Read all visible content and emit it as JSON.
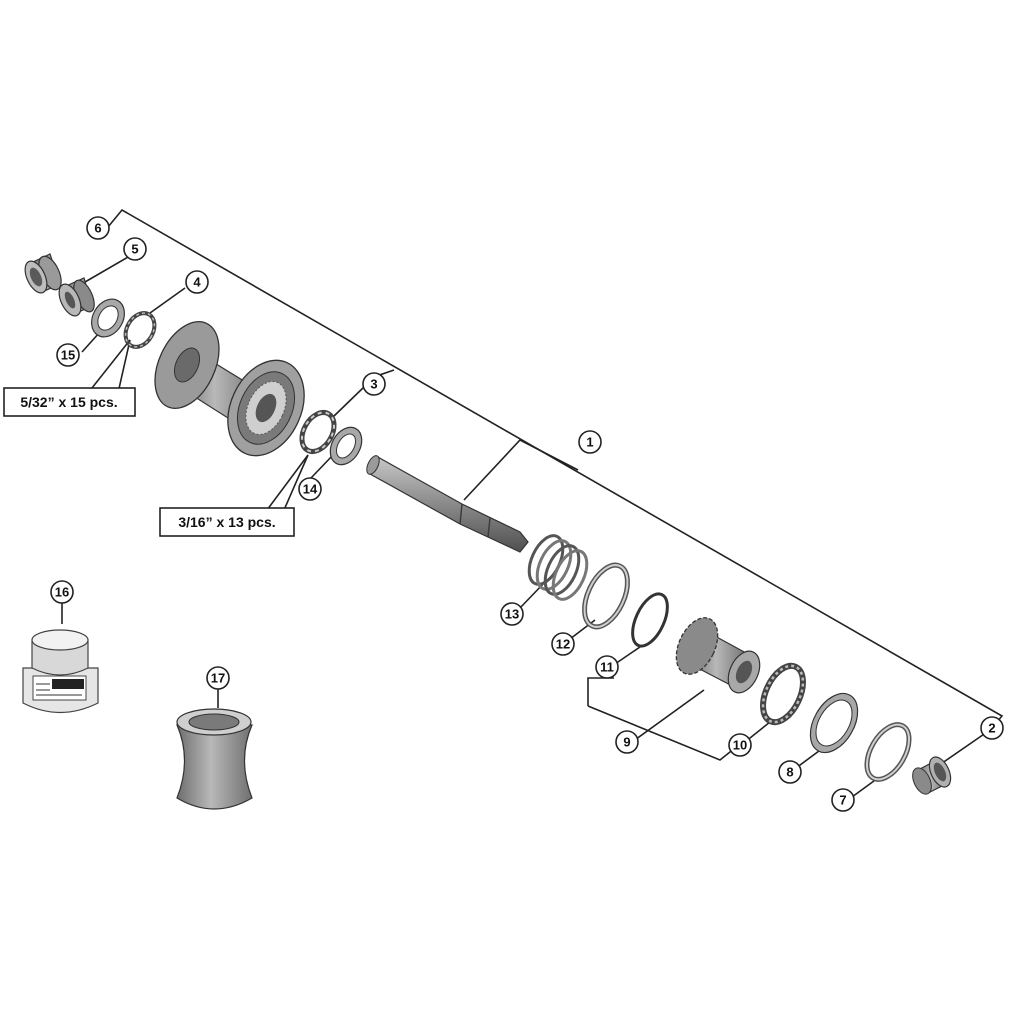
{
  "callouts": {
    "c1": "1",
    "c2": "2",
    "c3": "3",
    "c4": "4",
    "c5": "5",
    "c6": "6",
    "c7": "7",
    "c8": "8",
    "c9": "9",
    "c10": "10",
    "c11": "11",
    "c12": "12",
    "c13": "13",
    "c14": "14",
    "c15": "15",
    "c16": "16",
    "c17": "17"
  },
  "quantities": {
    "left_bearings": "5/32” x 15 pcs.",
    "right_bearings": "3/16” x 13 pcs."
  }
}
